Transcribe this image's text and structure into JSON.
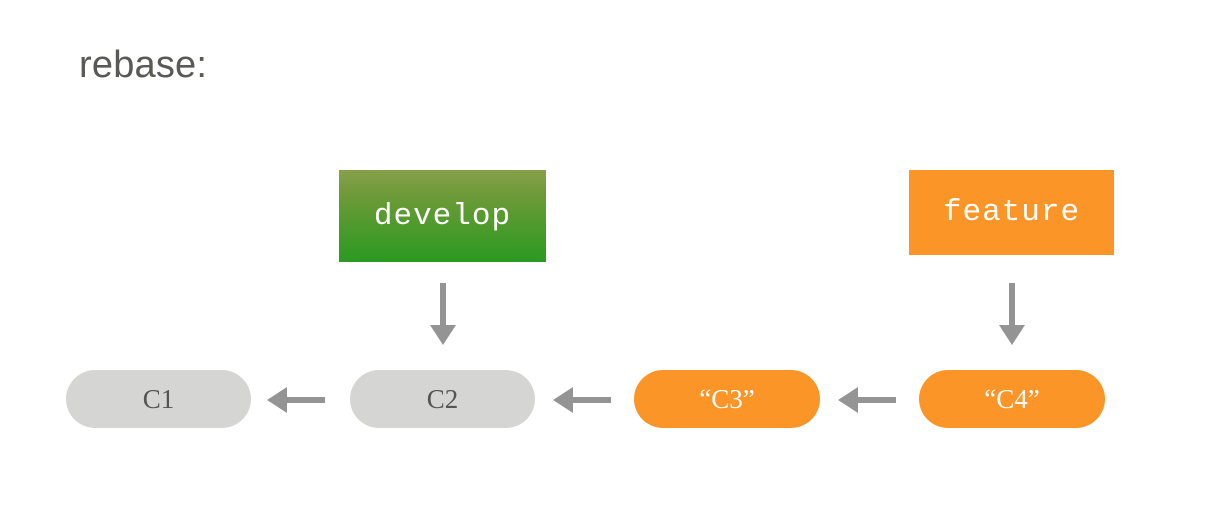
{
  "diagram": {
    "title": "rebase:",
    "background_color": "#ffffff",
    "branches": [
      {
        "name": "develop-branch-label",
        "label": "develop",
        "color_top": "#87a04b",
        "color_bottom": "#2b9a22",
        "text_color": "#ffffff"
      },
      {
        "name": "feature-branch-label",
        "label": "feature",
        "color": "#fb9527",
        "text_color": "#ffffff"
      }
    ],
    "commits": [
      {
        "id": "c1",
        "label": "C1",
        "color": "#d5d5d3",
        "text_color": "#555551",
        "state": "unchanged"
      },
      {
        "id": "c2",
        "label": "C2",
        "color": "#d5d5d3",
        "text_color": "#555551",
        "state": "unchanged"
      },
      {
        "id": "c3",
        "label": "“C3”",
        "color": "#fb9527",
        "text_color": "#ffffff",
        "state": "rewritten"
      },
      {
        "id": "c4",
        "label": "“C4”",
        "color": "#fb9527",
        "text_color": "#ffffff",
        "state": "rewritten"
      }
    ],
    "arrows": {
      "color": "#949494",
      "parent_links": [
        {
          "from": "c2",
          "to": "c1"
        },
        {
          "from": "c3",
          "to": "c2"
        },
        {
          "from": "c4",
          "to": "c3"
        }
      ],
      "branch_pointers": [
        {
          "from": "develop-branch-label",
          "to": "c2"
        },
        {
          "from": "feature-branch-label",
          "to": "c4"
        }
      ]
    }
  }
}
